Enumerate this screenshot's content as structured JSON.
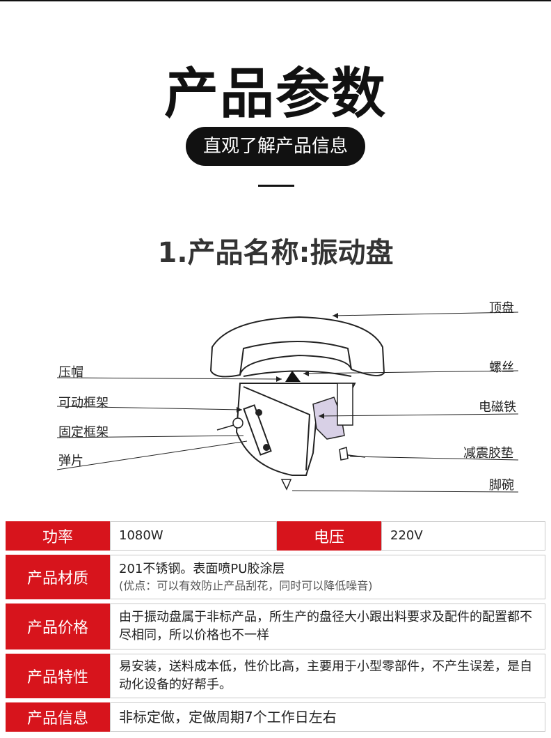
{
  "header": {
    "title": "产品参数",
    "pill": "直观了解产品信息",
    "subtitle": "1.产品名称:振动盘"
  },
  "diagram": {
    "labels_right": [
      "顶盘",
      "螺丝",
      "电磁铁",
      "减震胶垫",
      "脚碗"
    ],
    "labels_left": [
      "压帽",
      "可动框架",
      "固定框架",
      "弹片"
    ]
  },
  "specs": {
    "power_label": "功率",
    "power_value": "1080W",
    "voltage_label": "电压",
    "voltage_value": "220V",
    "material_label": "产品材质",
    "material_value": "201不锈钢。表面喷PU胶涂层",
    "material_note": "(优点：可以有效防止产品刮花，同时可以降低噪音)",
    "price_label": "产品价格",
    "price_value": "由于振动盘属于非标产品，所生产的盘径大小跟出料要求及配件的配置都不尽相同，所以价格也不一样",
    "feature_label": "产品特性",
    "feature_value": "易安装，送料成本低，性价比高，主要用于小型零部件，不产生误差，是自动化设备的好帮手。",
    "info_label": "产品信息",
    "info_value": "非标定做，定做周期7个工作日左右"
  }
}
